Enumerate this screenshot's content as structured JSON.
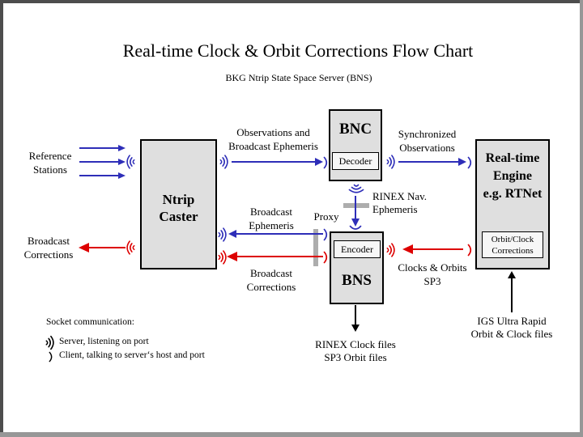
{
  "slide": {
    "title": "Real-time Clock & Orbit Corrections Flow Chart",
    "subtitle": "BKG Ntrip State Space Server  (BNS)"
  },
  "nodes": {
    "ntrip_caster": {
      "line1": "Ntrip",
      "line2": "Caster"
    },
    "bnc": {
      "title": "BNC",
      "sub": "Decoder"
    },
    "bns": {
      "title": "BNS",
      "sub": "Encoder"
    },
    "engine": {
      "line1": "Real-time",
      "line2": "Engine",
      "line3": "e.g. RTNet",
      "sub_line1": "Orbit/Clock",
      "sub_line2": "Corrections"
    }
  },
  "labels": {
    "reference_stations": {
      "line1": "Reference",
      "line2": "Stations"
    },
    "broadcast_corrections_left": {
      "line1": "Broadcast",
      "line2": "Corrections"
    },
    "observations": {
      "line1": "Observations and",
      "line2": "Broadcast Ephemeris"
    },
    "synchronized": {
      "line1": "Synchronized",
      "line2": "Observations"
    },
    "rinex_nav": {
      "line1": "RINEX Nav.",
      "line2": "Ephemeris"
    },
    "proxy": "Proxy",
    "broadcast_ephemeris": {
      "line1": "Broadcast",
      "line2": "Ephemeris"
    },
    "broadcast_corrections_mid": {
      "line1": "Broadcast",
      "line2": "Corrections"
    },
    "clocks_orbits": {
      "line1": "Clocks & Orbits",
      "line2": "SP3"
    },
    "rinex_files": {
      "line1": "RINEX Clock files",
      "line2": "SP3 Orbit files"
    },
    "igs": {
      "line1": "IGS Ultra Rapid",
      "line2": "Orbit & Clock files"
    }
  },
  "legend": {
    "heading": "Socket communication:",
    "server": "Server, listening on port",
    "client": "Client, talking to server‘s host and port"
  },
  "colors": {
    "blue": "#2e2eb8",
    "red": "#dd0000",
    "ink": "#000000",
    "boxfill": "#dfdfdf",
    "subfill": "#f7f7f7",
    "bar": "#adadad",
    "framedark": "#4d4d4d",
    "framelight": "#979797"
  }
}
